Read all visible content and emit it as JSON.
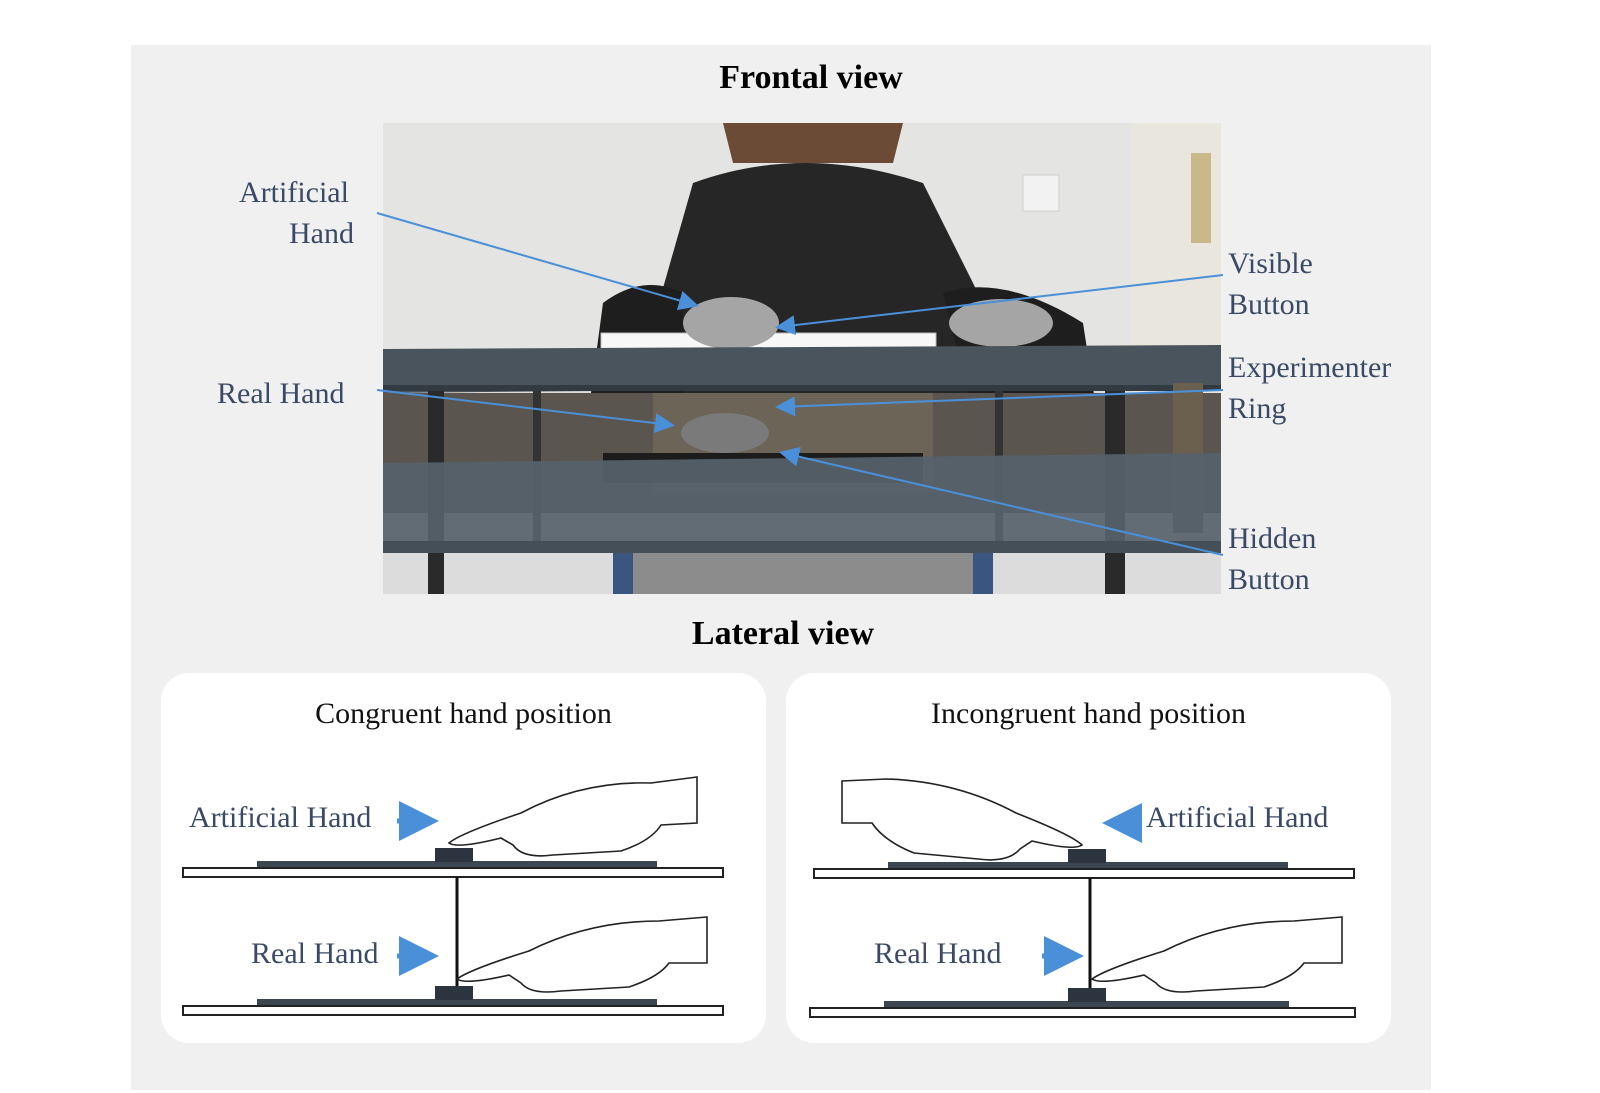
{
  "frontal": {
    "title": "Frontal view",
    "labels": {
      "artificial_hand_1": "Artificial",
      "artificial_hand_2": "Hand",
      "real_hand": "Real Hand",
      "visible_button_1": "Visible",
      "visible_button_2": "Button",
      "experimenter_ring_1": "Experimenter",
      "experimenter_ring_2": "Ring",
      "hidden_button_1": "Hidden",
      "hidden_button_2": "Button"
    }
  },
  "lateral": {
    "title": "Lateral view",
    "congruent": {
      "title": "Congruent hand position",
      "artificial_label": "Artificial Hand",
      "real_label": "Real Hand"
    },
    "incongruent": {
      "title": "Incongruent hand position",
      "artificial_label": "Artificial Hand",
      "real_label": "Real Hand"
    }
  },
  "colors": {
    "label_text": "#3a4a66",
    "arrow": "#4a90d9",
    "panel_bg": "#f0f0f0",
    "table": "#3c4650"
  }
}
